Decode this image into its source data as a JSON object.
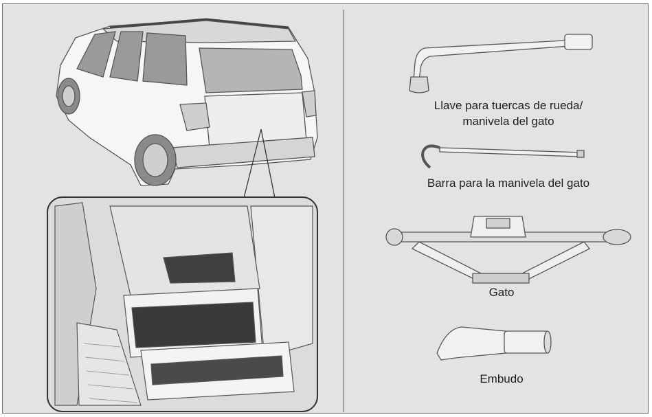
{
  "labels": {
    "wrench_line1": "Llave para tuercas de rueda/",
    "wrench_line2": "manivela del gato",
    "jack_bar": "Barra para la manivela del gato",
    "jack": "Gato",
    "funnel": "Embudo"
  },
  "colors": {
    "panel_background": "#e3e3e3",
    "frame_border": "#6e6e6e",
    "illustration_line": "#555555",
    "illustration_fill": "#f4f4f4"
  }
}
